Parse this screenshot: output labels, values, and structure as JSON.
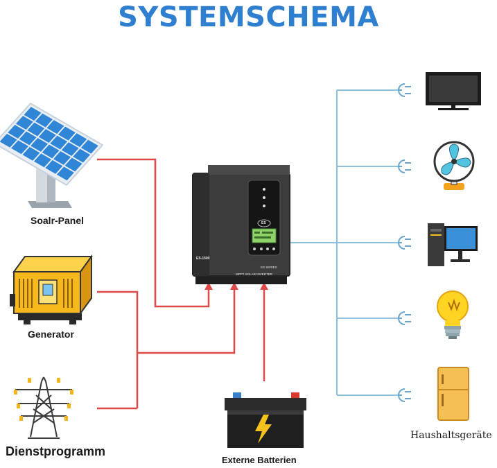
{
  "title": "SYSTEMSCHEMA",
  "sources": {
    "solar": "Soalr-Panel",
    "generator": "Generator",
    "utility": "Dienstprogramm"
  },
  "battery": "Externe Batterien",
  "loads_label": "Haushaltsgeräte",
  "inverter": {
    "model": "ES-1500",
    "series": "ES SERIES",
    "subtitle": "MPPT SOLAR INVERTER",
    "logo": "ES"
  },
  "loads": [
    "tv-icon",
    "fan-icon",
    "computer-icon",
    "light-bulb-icon",
    "refrigerator-icon"
  ],
  "colors": {
    "title": "#2f7fd0",
    "input_line": "#e04848",
    "output_line": "#8cc0dc"
  }
}
